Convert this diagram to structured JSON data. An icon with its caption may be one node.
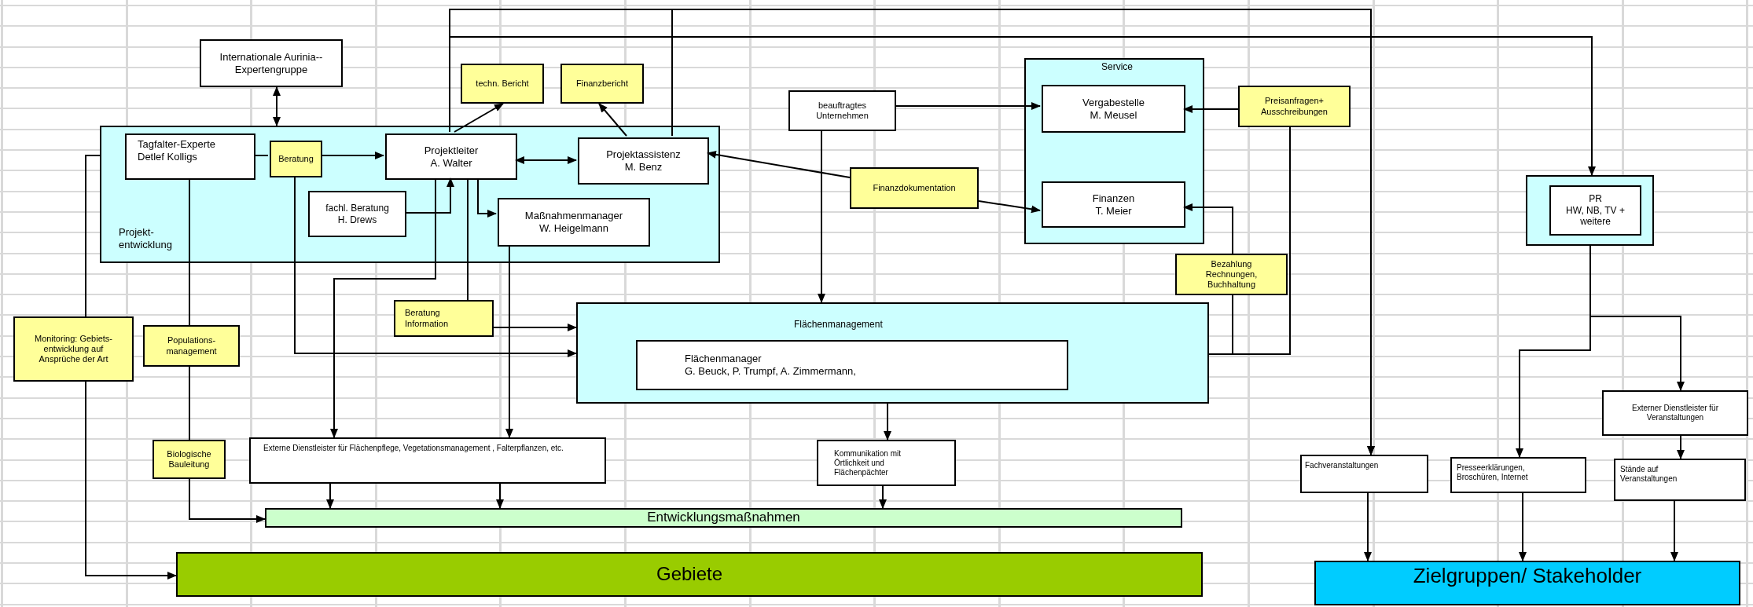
{
  "diagram": {
    "nodes": [
      {
        "text": [
          "Internationale Aurinia-- Expertengruppe"
        ]
      },
      {
        "text": [
          "Projekt- entwicklung"
        ]
      },
      {
        "text": [
          "Tagfalter-Experte Detlef Kolligs"
        ],
        "in": 1
      },
      {
        "text": [
          "Beratung"
        ],
        "in": 1
      },
      {
        "text": [
          "Projektleiter",
          "A. Walter"
        ],
        "in": 1
      },
      {
        "text": [
          "Projektassistenz",
          "M. Benz"
        ],
        "in": 1
      },
      {
        "text": [
          "fachl. Beratung",
          "H. Drews"
        ],
        "in": 1
      },
      {
        "text": [
          "Maßnahmenmanager",
          "W. Heigelmann"
        ],
        "in": 1
      },
      {
        "text": [
          "techn. Bericht"
        ]
      },
      {
        "text": [
          "Finanzbericht"
        ]
      },
      {
        "text": [
          "beauftragtes Unternehmen"
        ]
      },
      {
        "text": [
          "Service"
        ]
      },
      {
        "text": [
          "Vergabestelle",
          "M. Meusel"
        ],
        "in": 11
      },
      {
        "text": [
          "Finanzen",
          "T. Meier"
        ],
        "in": 11
      },
      {
        "text": [
          "Finanzdokumentation"
        ]
      },
      {
        "text": [
          "Preisanfragen+ Ausschreibungen"
        ]
      },
      {
        "text": [
          "Bezahlung Rechnungen, Buchhaltung"
        ]
      },
      {
        "text": [],
        "shape": "box"
      },
      {
        "text": [
          "PR",
          "HW, NB, TV + weitere"
        ],
        "in": 17
      },
      {
        "text": [
          "Beratung Information"
        ]
      },
      {
        "text": [
          "Flächenmanagement"
        ]
      },
      {
        "text": [
          "Flächenmanager",
          "G. Beuck, P. Trumpf, A. Zimmermann,"
        ],
        "in": 20
      },
      {
        "text": [
          "Monitoring: Gebiets- entwicklung auf Ansprüche der Art"
        ]
      },
      {
        "text": [
          "Populations- management"
        ]
      },
      {
        "text": [
          "Biologische Bauleitung"
        ]
      },
      {
        "text": [
          "Externe Dienstleister für Flächenpflege, Vegetationsmanagement , Falterpflanzen, etc."
        ]
      },
      {
        "text": [
          "Kommunikation mit Örtlichkeit und Flächenpächter"
        ]
      },
      {
        "text": [
          "Entwicklungsmaßnahmen"
        ]
      },
      {
        "text": [
          "Gebiete"
        ]
      },
      {
        "text": [
          "Fachveranstaltungen"
        ]
      },
      {
        "text": [
          "Presseerklärungen, Broschüren, Internet"
        ]
      },
      {
        "text": [
          "Externer Dienstleister für Veranstaltungen"
        ]
      },
      {
        "text": [
          "Stände auf Veranstaltungen"
        ]
      },
      {
        "text": [
          "Zielgruppen/ Stakeholder"
        ]
      }
    ],
    "edges": [
      {
        "from": 0,
        "to": 1,
        "arrow": "both"
      },
      {
        "from": 2,
        "to": 3,
        "arrow": "none"
      },
      {
        "from": 3,
        "to": 4,
        "arrow": "to"
      },
      {
        "from": 4,
        "to": 5,
        "arrow": "both"
      },
      {
        "from": 6,
        "to": 4,
        "arrow": "to"
      },
      {
        "from": 4,
        "to": 7,
        "arrow": "to"
      },
      {
        "from": 4,
        "to": 8,
        "arrow": "to"
      },
      {
        "from": 5,
        "to": 9,
        "arrow": "to"
      },
      {
        "from": 4,
        "to": 29,
        "arrow": "to"
      },
      {
        "from": 4,
        "to": 17,
        "arrow": "to"
      },
      {
        "from": 5,
        "to": 29,
        "arrow": "to"
      },
      {
        "from": 10,
        "to": 12,
        "arrow": "to"
      },
      {
        "from": 10,
        "to": 20,
        "arrow": "to"
      },
      {
        "from": 14,
        "to": 5,
        "arrow": "to"
      },
      {
        "from": 14,
        "to": 13,
        "arrow": "to"
      },
      {
        "from": 15,
        "to": 12,
        "arrow": "to"
      },
      {
        "from": 16,
        "to": 13,
        "arrow": "to"
      },
      {
        "from": 20,
        "to": 16,
        "arrow": "none"
      },
      {
        "from": 20,
        "to": 15,
        "arrow": "none"
      },
      {
        "from": 3,
        "to": 20,
        "arrow": "to"
      },
      {
        "from": 2,
        "to": 23,
        "arrow": "none"
      },
      {
        "from": 23,
        "to": 24,
        "arrow": "none"
      },
      {
        "from": 24,
        "to": 27,
        "arrow": "to"
      },
      {
        "from": 1,
        "to": 22,
        "arrow": "none"
      },
      {
        "from": 22,
        "to": 28,
        "arrow": "to"
      },
      {
        "from": 4,
        "to": 25,
        "arrow": "to"
      },
      {
        "from": 4,
        "to": 19,
        "arrow": "none"
      },
      {
        "from": 19,
        "to": 20,
        "arrow": "to"
      },
      {
        "from": 7,
        "to": 25,
        "arrow": "to"
      },
      {
        "from": 25,
        "to": 27,
        "arrow": "to"
      },
      {
        "from": 25,
        "to": 27,
        "arrow": "to"
      },
      {
        "from": 20,
        "to": 26,
        "arrow": "to"
      },
      {
        "from": 26,
        "to": 27,
        "arrow": "to"
      },
      {
        "from": 17,
        "to": 30,
        "arrow": "to"
      },
      {
        "from": 17,
        "to": 31,
        "arrow": "to"
      },
      {
        "from": 31,
        "to": 32,
        "arrow": "to"
      },
      {
        "from": 29,
        "to": 33,
        "arrow": "to"
      },
      {
        "from": 30,
        "to": 33,
        "arrow": "to"
      },
      {
        "from": 32,
        "to": 33,
        "arrow": "to"
      }
    ]
  }
}
